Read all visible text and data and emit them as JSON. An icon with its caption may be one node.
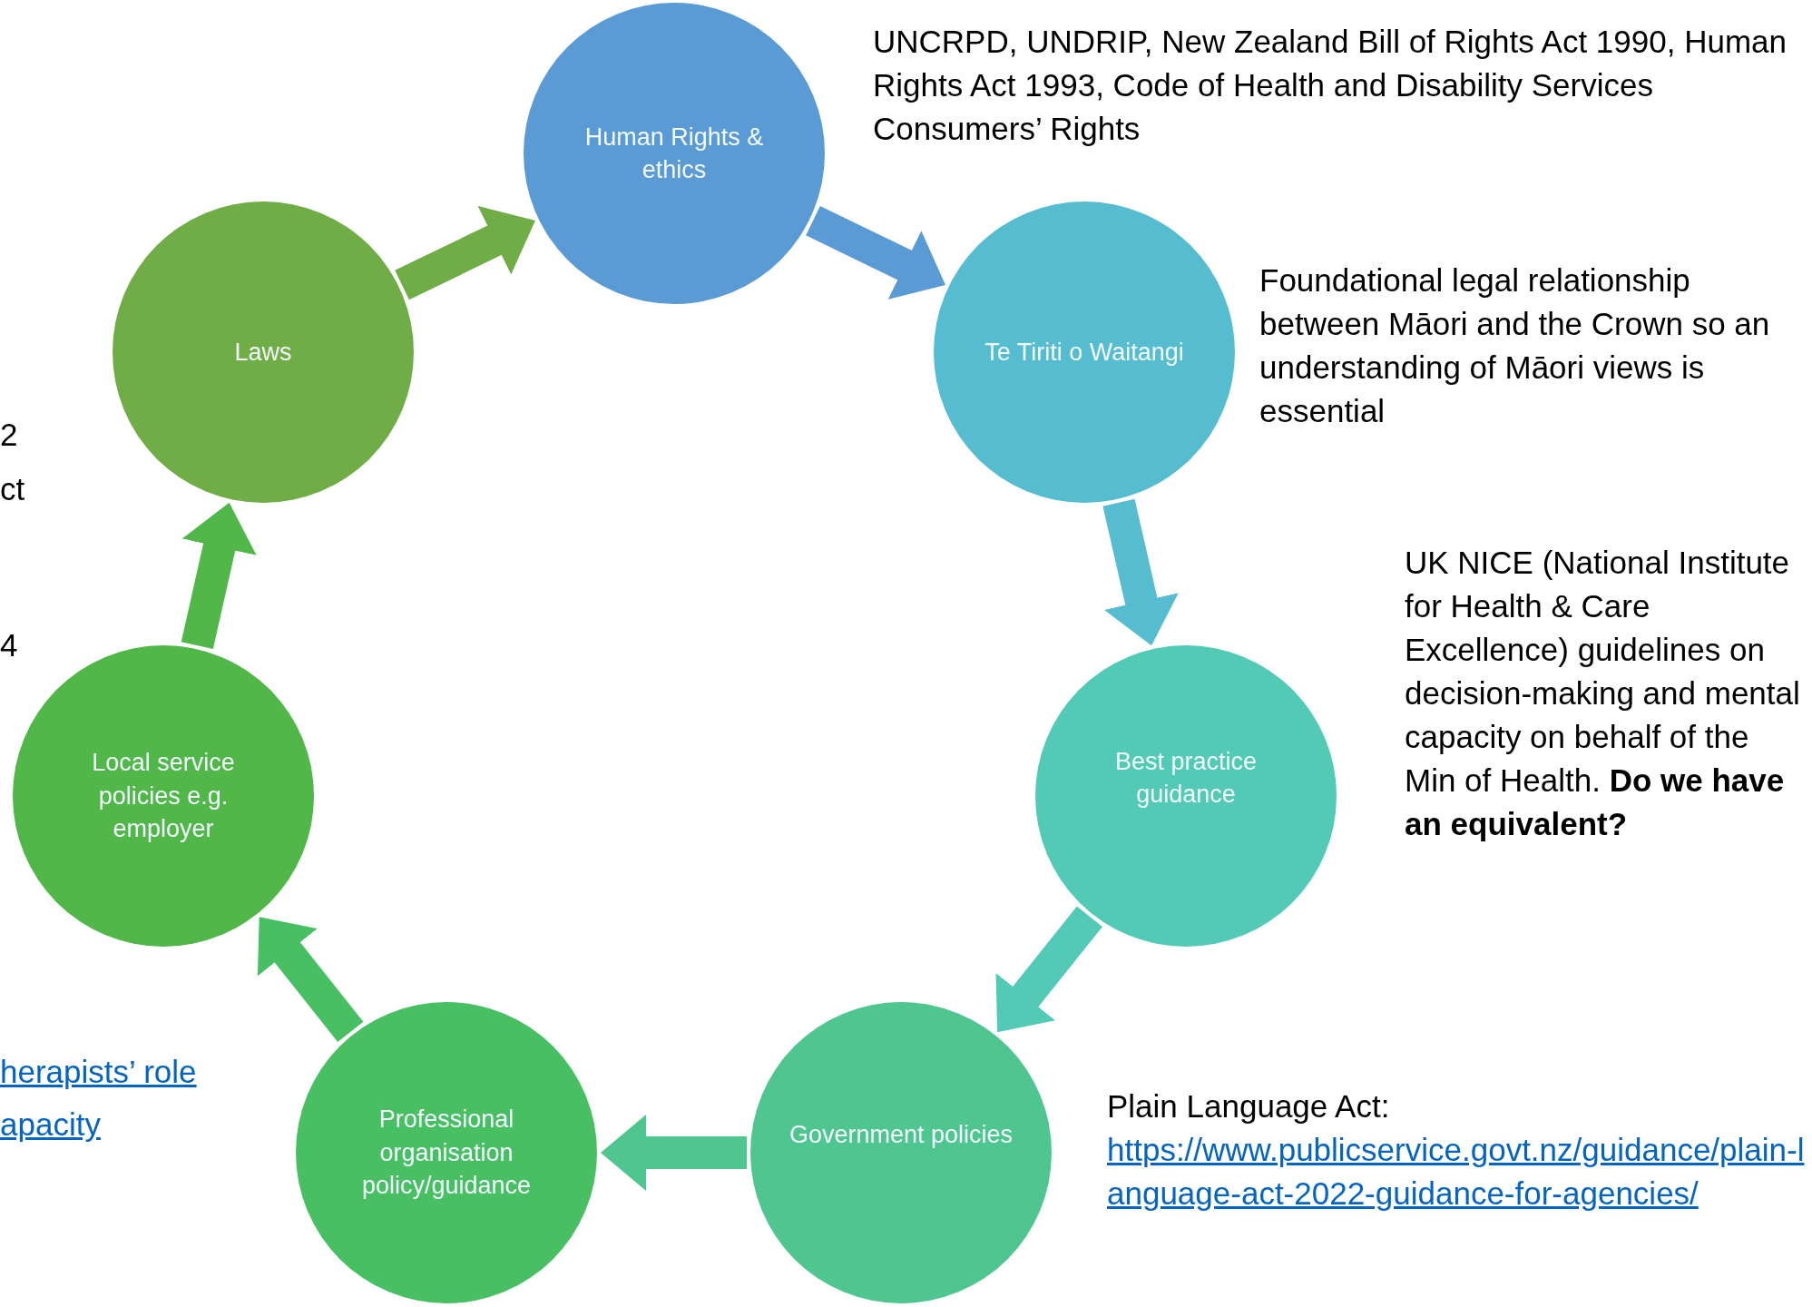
{
  "diagram": {
    "nodes": [
      {
        "text": [
          "Human Rights & ethics"
        ],
        "beside": [
          "UNCRPD, UNDRIP, New Zealand Bill of Rights Act 1990, Human Rights Act 1993, Code of Health and Disability Services Consumers’ Rights"
        ]
      },
      {
        "text": [
          "Te Tiriti o Waitangi"
        ],
        "beside": [
          "Foundational legal relationship between Māori and the Crown so an understanding of Māori views is essential"
        ]
      },
      {
        "text": [
          "Best practice guidance"
        ],
        "beside": [
          "UK NICE (National Institute for Health & Care Excellence) guidelines on decision-making and mental capacity on behalf of the Min of Health. **Do we have an equivalent?**"
        ]
      },
      {
        "text": [
          "Government policies"
        ],
        "beside": [
          "Plain Language Act:",
          "https://www.publicservice.govt.nz/guidance/plain-language-act-2022-guidance-for-agencies/"
        ]
      },
      {
        "text": [
          "Professional organisation policy/guidance"
        ]
      },
      {
        "text": [
          "Local service policies e.g. employer"
        ]
      },
      {
        "text": [
          "Laws"
        ]
      }
    ],
    "edges": [
      {
        "from": 6,
        "to": 0,
        "arrow": "to",
        "color": "#70ad47"
      },
      {
        "from": 0,
        "to": 1,
        "arrow": "to",
        "color": "#5b9bd5"
      },
      {
        "from": 1,
        "to": 2,
        "arrow": "to",
        "color": "#56bcd0"
      },
      {
        "from": 2,
        "to": 3,
        "arrow": "to",
        "color": "#53cab6"
      },
      {
        "from": 3,
        "to": 4,
        "arrow": "to",
        "color": "#4fc690"
      },
      {
        "from": 4,
        "to": 5,
        "arrow": "to",
        "color": "#48bf63"
      },
      {
        "from": 5,
        "to": 6,
        "arrow": "to",
        "color": "#50b748"
      }
    ],
    "labels": [
      "2",
      "ct",
      "4",
      "herapists’ role",
      "apacity"
    ]
  }
}
